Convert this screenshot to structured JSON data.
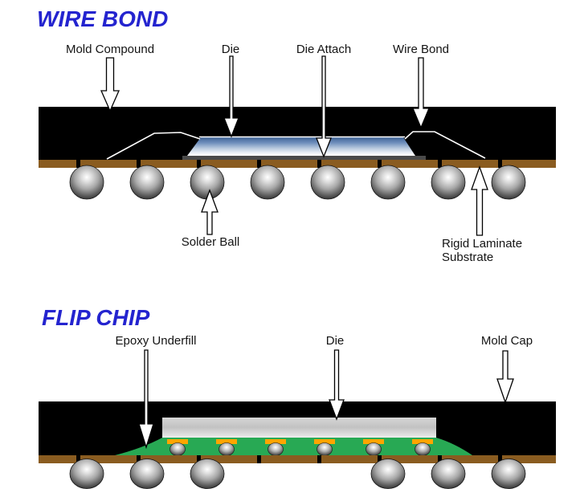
{
  "wire_bond": {
    "title": "WIRE BOND",
    "labels": {
      "mold_compound": "Mold Compound",
      "die": "Die",
      "die_attach": "Die Attach",
      "wire_bond": "Wire Bond",
      "solder_ball": "Solder Ball",
      "rigid_laminate_1": "Rigid Laminate",
      "rigid_laminate_2": "Substrate"
    }
  },
  "flip_chip": {
    "title": "FLIP CHIP",
    "labels": {
      "epoxy_underfill": "Epoxy Underfill",
      "die": "Die",
      "mold_cap": "Mold Cap"
    }
  },
  "colors": {
    "title_blue": "#2424cf",
    "mold_black": "#000000",
    "substrate_brown": "#8a5c20",
    "underfill_green": "#28a954",
    "bump_pad_orange": "#ffa500",
    "bond_wire_white": "#ffffff",
    "die_top_blue": "#3f6396",
    "die_gray": "#c6c6c6",
    "solder_ball_gray": "#a8a8a8"
  }
}
